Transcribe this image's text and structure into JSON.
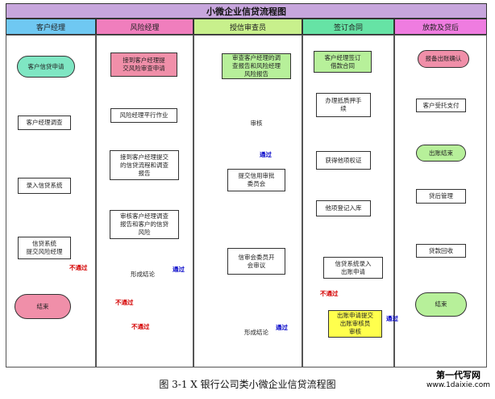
{
  "title": "小微企业信贷流程图",
  "lanes": [
    {
      "label": "客户经理",
      "color": "#6fc8f2"
    },
    {
      "label": "风险经理",
      "color": "#f07ebd"
    },
    {
      "label": "授信审查员",
      "color": "#c8f08c"
    },
    {
      "label": "签订合同",
      "color": "#66e3a5"
    },
    {
      "label": "放款及贷后",
      "color": "#ef7ce0"
    }
  ],
  "nodes": {
    "apply": "客户信贷申请",
    "investigate": "客户经理调查",
    "enter_system": "录入信贷系统",
    "submit_risk": "信贷系统\n提交风险经理",
    "end_left": "结束",
    "receive_apply": "接到客户经理提\n交风险审查申请",
    "review_work": "风险经理平行作业",
    "receive_report": "接到客户经理提交\n的信贷流程和调查\n报告",
    "assess": "审核客户经理调查\n报告和客户的信贷\n风险",
    "risk_conclusion": "形成结论",
    "credit_review": "审查客户经理的调\n查报告和风险经理\n风险报告",
    "approve": "审核",
    "submit_committee": "提交信用审批\n委员会",
    "committee_review": "信审会委员开\n会审议",
    "credit_conclusion": "形成结论",
    "sign_contract": "客户经理签订\n借款合同",
    "collateral": "办理抵质押手\n续",
    "notarize": "获得他项权证",
    "register": "他项登记入库",
    "loan_entry": "信贷系统录入\n出账申请",
    "loan_submit": "出账申请提交\n出账审核员\n审核",
    "receive_confirm": "报备出账确认",
    "pay": "客户受托支付",
    "disburse_end": "出账结束",
    "post_loan": "贷后管理",
    "collect": "贷款回收",
    "end_right": "结束"
  },
  "edge_labels": {
    "pass": "通过",
    "fail": "不通过"
  },
  "caption": "图 3-1 X 银行公司类小微企业信贷流程图",
  "watermark": {
    "line1": "第一代写网",
    "line2": "www.1daixie.com"
  }
}
